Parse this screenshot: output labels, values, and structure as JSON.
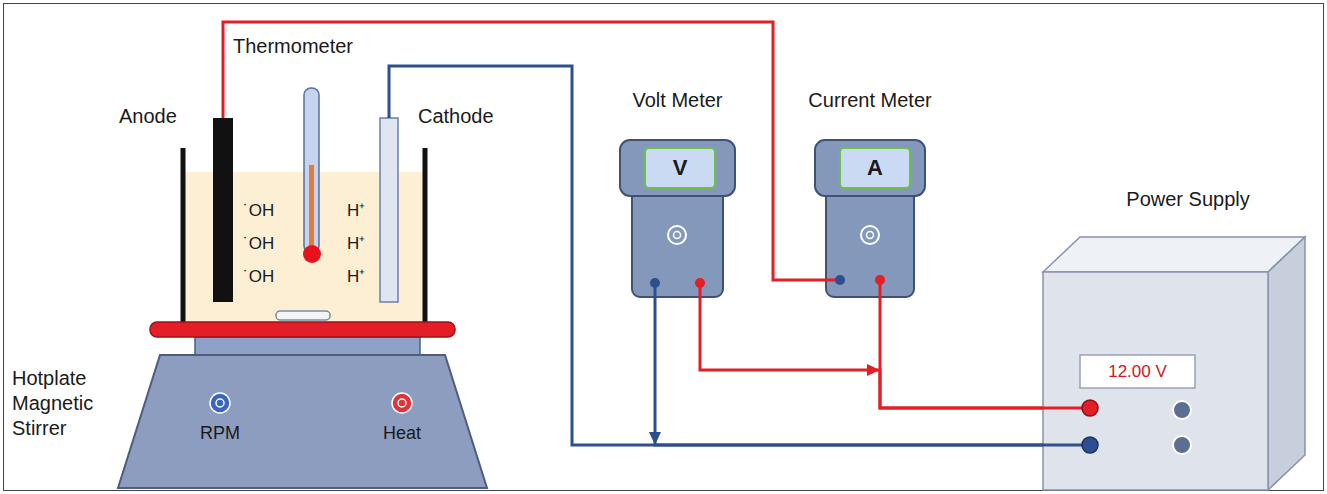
{
  "diagram": {
    "nodes": [
      {
        "text": [
          "Anode"
        ]
      },
      {
        "text": [
          "Cathode"
        ]
      },
      {
        "text": [
          "Volt Meter",
          "V"
        ]
      },
      {
        "text": [
          "Current Meter",
          "A"
        ]
      },
      {
        "text": [
          "Power Supply",
          "12.00 V"
        ]
      },
      {
        "text": [
          "Hotplate Magnetic Stirrer",
          "RPM",
          "Heat"
        ]
      }
    ],
    "edges": [
      {
        "from": 0,
        "to": 3,
        "arrow": "none"
      },
      {
        "from": 3,
        "to": 4,
        "arrow": "none"
      },
      {
        "from": 1,
        "to": 4,
        "arrow": "none"
      },
      {
        "from": 2,
        "to": 4,
        "arrow": "to"
      },
      {
        "from": 2,
        "to": 4,
        "arrow": "to"
      }
    ],
    "labels": [
      "Thermometer",
      "˙OH",
      "˙OH",
      "˙OH",
      "H⁺",
      "H⁺",
      "H⁺"
    ]
  }
}
